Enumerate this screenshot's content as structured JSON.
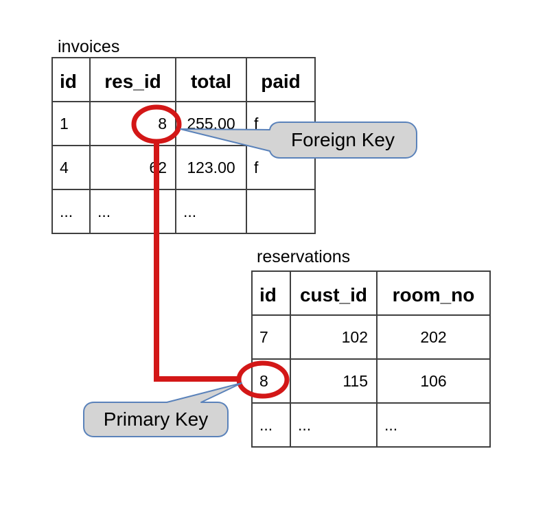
{
  "invoices": {
    "label": "invoices",
    "columns": [
      "id",
      "res_id",
      "total",
      "paid"
    ],
    "rows": [
      [
        "1",
        "8",
        "255.00",
        "f"
      ],
      [
        "4",
        "62",
        "123.00",
        "f"
      ],
      [
        "...",
        "...",
        "...",
        ""
      ]
    ],
    "highlighted_cell": {
      "row": 0,
      "column": "res_id",
      "value": "8"
    }
  },
  "reservations": {
    "label": "reservations",
    "columns": [
      "id",
      "cust_id",
      "room_no"
    ],
    "rows": [
      [
        "7",
        "102",
        "202"
      ],
      [
        "8",
        "115",
        "106"
      ],
      [
        "...",
        "...",
        "..."
      ]
    ],
    "highlighted_cell": {
      "row": 1,
      "column": "id",
      "value": "8"
    }
  },
  "callouts": {
    "foreign_key": "Foreign Key",
    "primary_key": "Primary Key"
  },
  "colors": {
    "highlight_red": "#d31717",
    "callout_fill": "#d4d4d4",
    "callout_border": "#5a82ba",
    "table_border": "#3f3f3f"
  }
}
